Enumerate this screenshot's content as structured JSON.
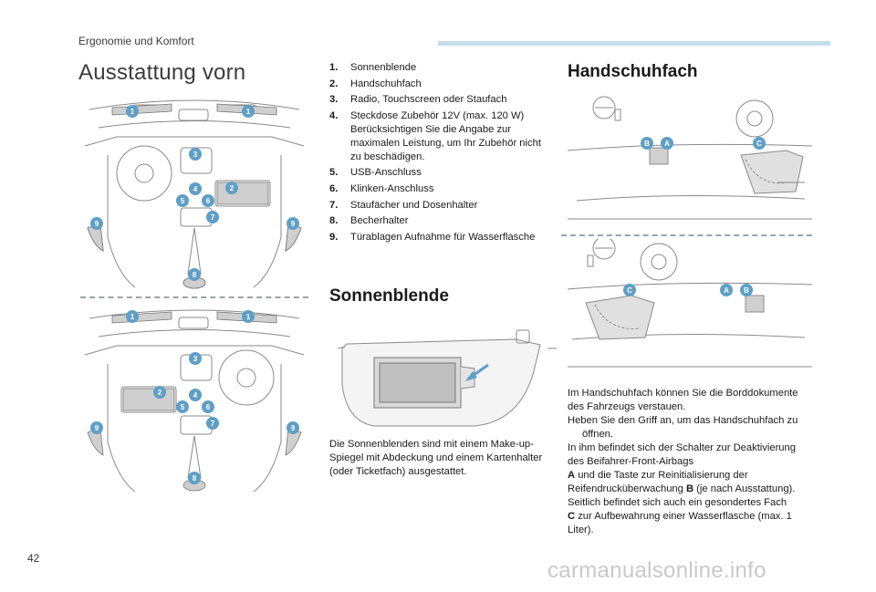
{
  "header": {
    "section_label": "Ergonomie und Komfort",
    "accent_color": "#c6ddec"
  },
  "main": {
    "title": "Ausstattung vorn",
    "items": [
      {
        "num": "1.",
        "text": "Sonnenblende"
      },
      {
        "num": "2.",
        "text": "Handschuhfach"
      },
      {
        "num": "3.",
        "text": "Radio, Touchscreen oder Staufach"
      },
      {
        "num": "4.",
        "text": "Steckdose Zubehör 12V (max. 120 W) Berücksichtigen Sie die Angabe zur maximalen Leistung, um Ihr Zubehör nicht zu beschädigen."
      },
      {
        "num": "5.",
        "text": "USB-Anschluss"
      },
      {
        "num": "6.",
        "text": "Klinken-Anschluss"
      },
      {
        "num": "7.",
        "text": "Staufächer und Dosenhalter"
      },
      {
        "num": "8.",
        "text": "Becherhalter"
      },
      {
        "num": "9.",
        "text": "Türablagen Aufnahme für Wasserflasche"
      }
    ]
  },
  "sonnenblende": {
    "heading": "Sonnenblende",
    "text": "Die Sonnenblenden sind mit einem Make-up-Spiegel mit Abdeckung und einem Kartenhalter (oder Ticketfach) ausgestattet."
  },
  "handschuhfach": {
    "heading": "Handschuhfach",
    "p1": "Im Handschuhfach können Sie die Borddokumente des Fahrzeugs verstauen.",
    "bullet": "Heben Sie den Griff an, um das Handschuhfach zu öffnen.",
    "bullet_marker": "",
    "p2_prefix": "In ihm befindet sich der Schalter zur Deaktivierung des Beifahrer-Front-Airbags",
    "p2_a": "A",
    "p2_mid": " und die Taste zur Reinitialisierung der Reifendrucküberwachung ",
    "p2_b": "B",
    "p2_suffix": " (je nach Ausstattung).",
    "p3_prefix": "Seitlich befindet sich auch ein gesondertes Fach",
    "p3_c": "C",
    "p3_suffix": " zur Aufbewahrung einer Wasserflasche (max. 1 Liter)."
  },
  "labels": {
    "n1": "1",
    "n2": "2",
    "n3": "3",
    "n4": "4",
    "n5": "5",
    "n6": "6",
    "n7": "7",
    "n8": "8",
    "n9": "9",
    "a": "A",
    "b": "B",
    "c": "C"
  },
  "badge_color": "#5f9fc6",
  "footer": {
    "page_number": "42",
    "watermark": "carmanualsonline.info"
  }
}
